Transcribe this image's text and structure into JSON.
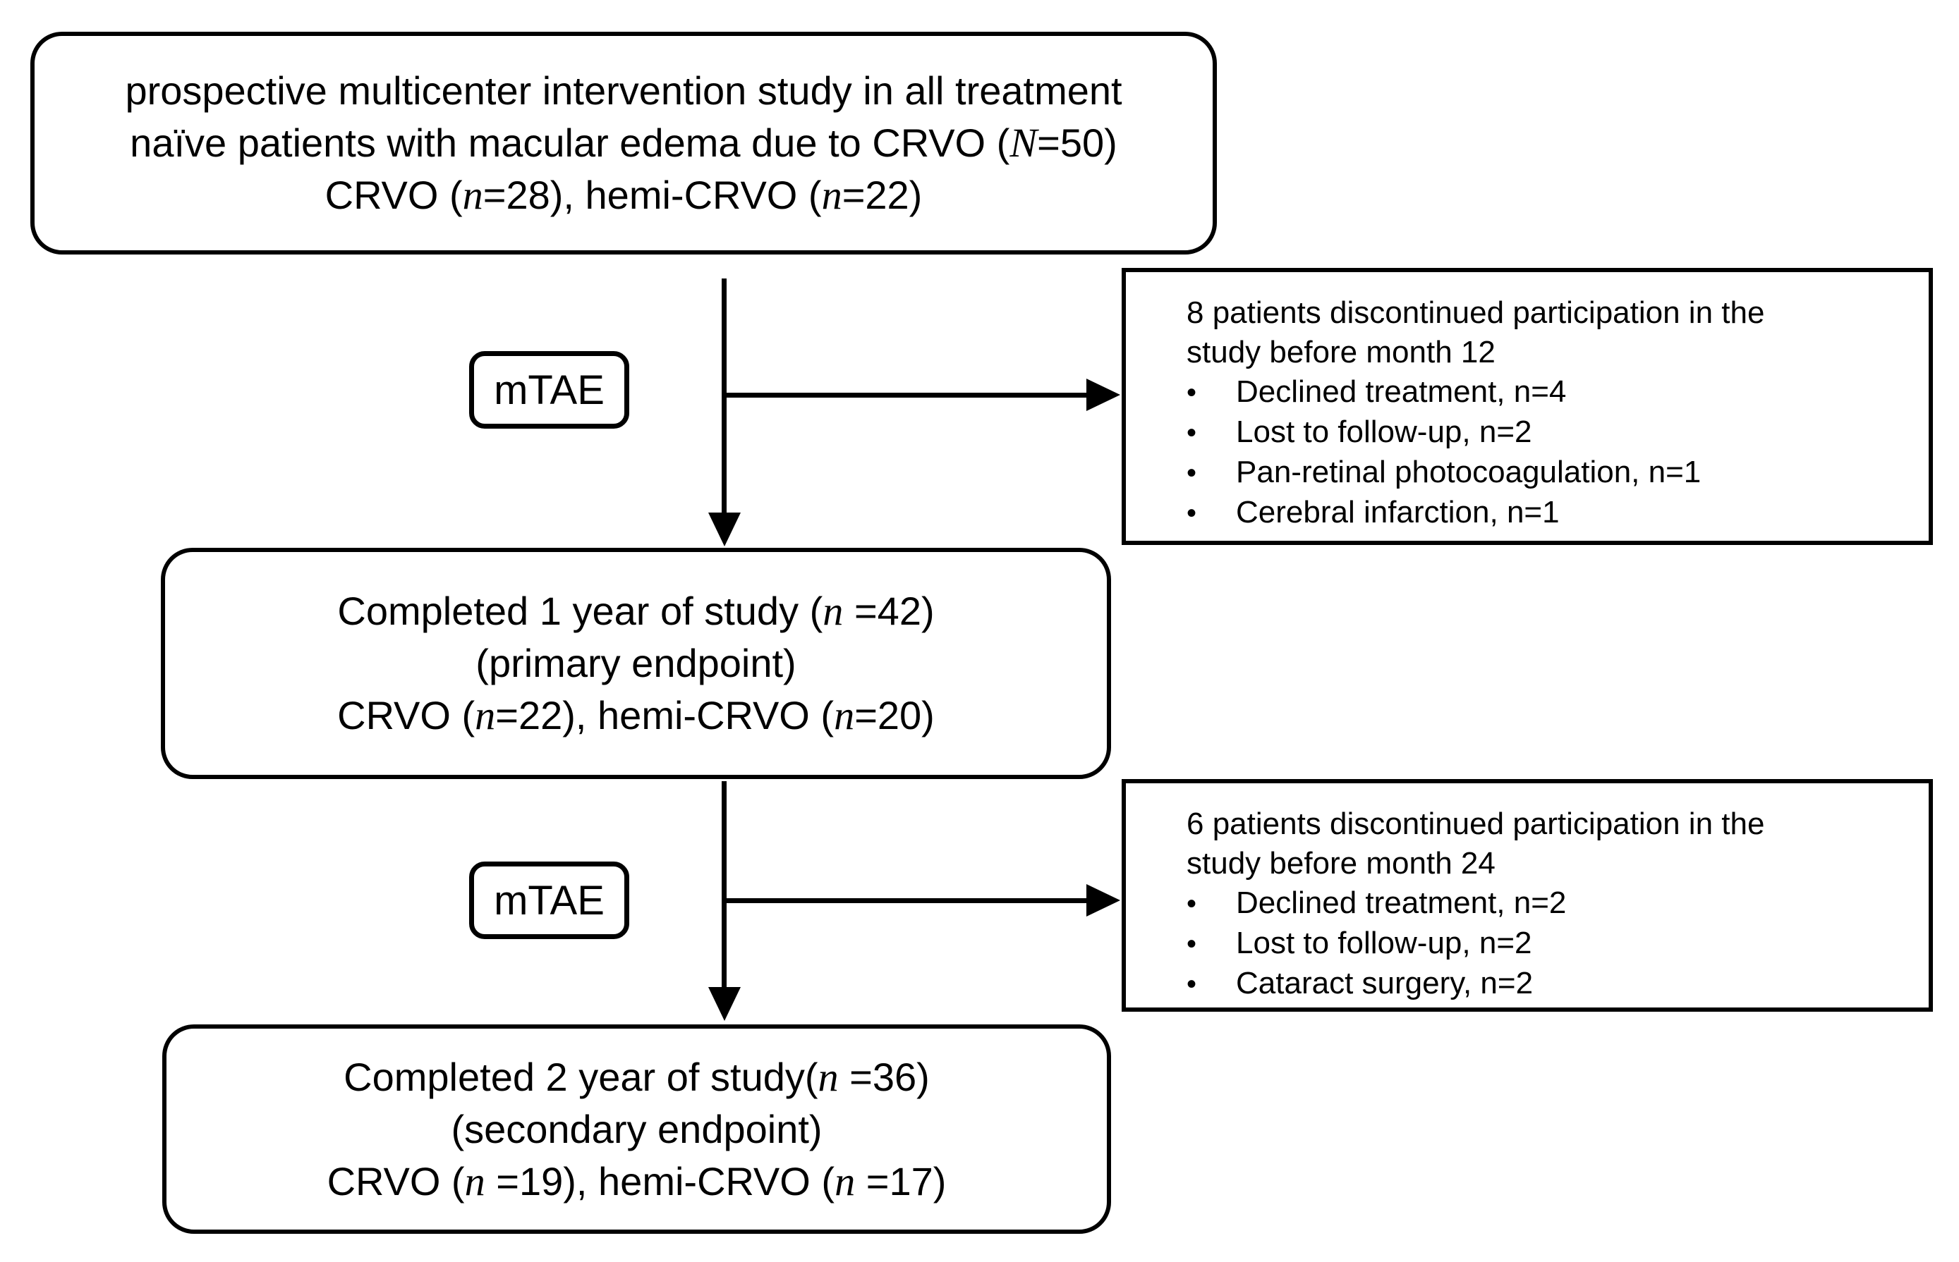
{
  "bullet_char": "•",
  "colors": {
    "ink": "#000000",
    "background": "#ffffff"
  },
  "flow": {
    "enrollment": {
      "lines": [
        [
          {
            "t": "prospective multicenter intervention study in all treatment"
          }
        ],
        [
          {
            "t": "naïve patients with macular edema due to CRVO ("
          },
          {
            "t": "N",
            "i": true
          },
          {
            "t": "=50)"
          }
        ],
        [
          {
            "t": "CRVO ("
          },
          {
            "t": "n",
            "i": true
          },
          {
            "t": "=28), hemi-CRVO ("
          },
          {
            "t": "n",
            "i": true
          },
          {
            "t": "=22)"
          }
        ]
      ]
    },
    "mtae1": {
      "label": "mTAE"
    },
    "dropout_month12": {
      "intro_lines": [
        "8 patients discontinued participation in the",
        "study before month 12"
      ],
      "bullets": [
        "Declined treatment, n=4",
        "Lost to follow-up, n=2",
        "Pan-retinal photocoagulation, n=1",
        "Cerebral infarction, n=1"
      ]
    },
    "completed_year1": {
      "lines": [
        [
          {
            "t": "Completed 1 year of study ("
          },
          {
            "t": "n",
            "i": true
          },
          {
            "t": " =42)"
          }
        ],
        [
          {
            "t": "(primary endpoint)"
          }
        ],
        [
          {
            "t": "CRVO ("
          },
          {
            "t": "n",
            "i": true
          },
          {
            "t": "=22), hemi-CRVO ("
          },
          {
            "t": "n",
            "i": true
          },
          {
            "t": "=20)"
          }
        ]
      ]
    },
    "mtae2": {
      "label": "mTAE"
    },
    "dropout_month24": {
      "intro_lines": [
        "6 patients discontinued participation in the",
        "study before month 24"
      ],
      "bullets": [
        "Declined treatment, n=2",
        "Lost to follow-up, n=2",
        "Cataract surgery, n=2"
      ]
    },
    "completed_year2": {
      "lines": [
        [
          {
            "t": "Completed 2 year of study("
          },
          {
            "t": "n",
            "i": true
          },
          {
            "t": " =36)"
          }
        ],
        [
          {
            "t": "(secondary endpoint)"
          }
        ],
        [
          {
            "t": "CRVO ("
          },
          {
            "t": "n",
            "i": true
          },
          {
            "t": " =19), hemi-CRVO ("
          },
          {
            "t": "n",
            "i": true
          },
          {
            "t": " =17)"
          }
        ]
      ]
    }
  }
}
